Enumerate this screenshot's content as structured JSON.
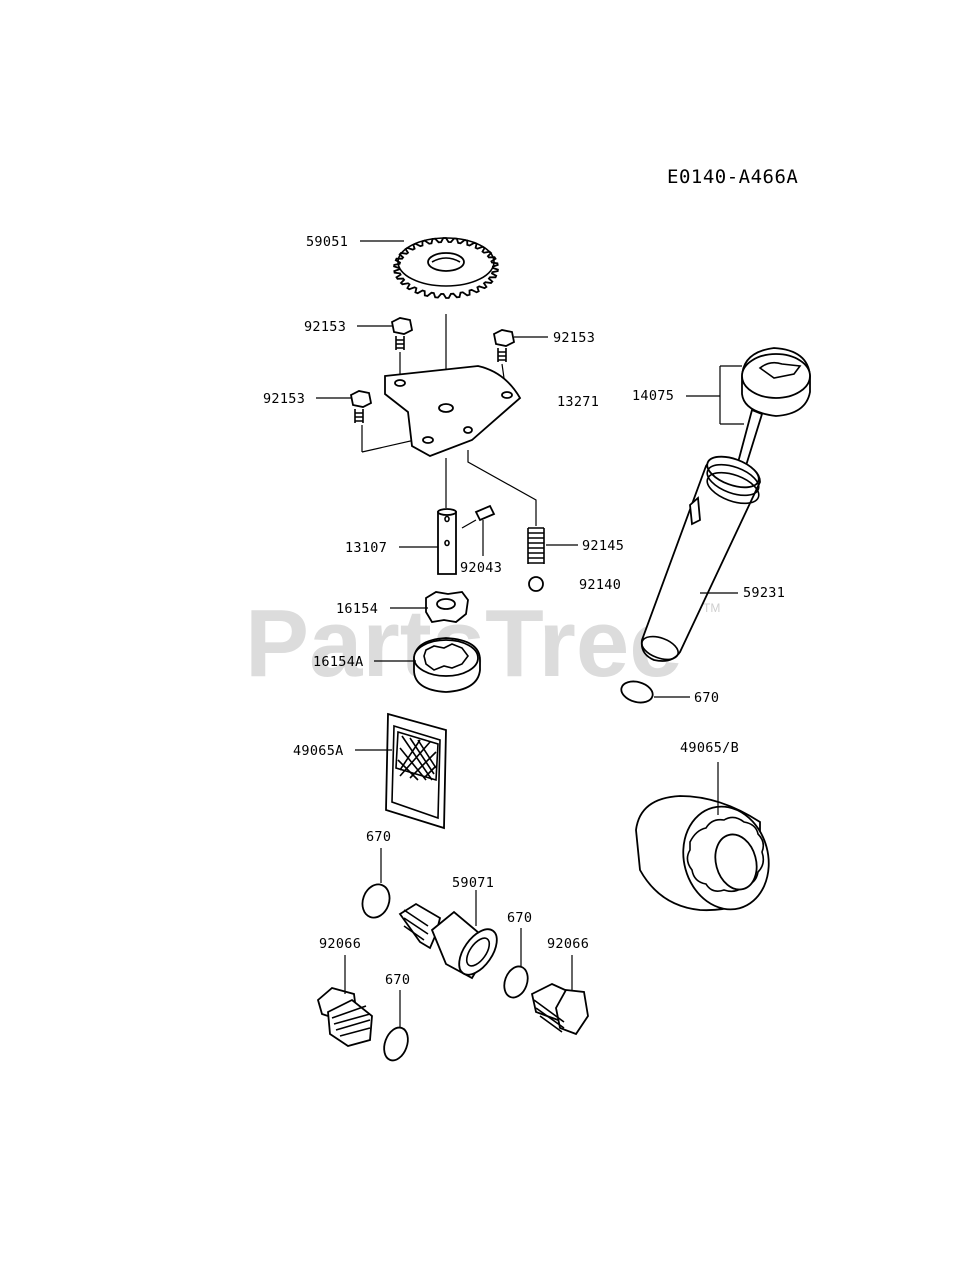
{
  "diagram_code": "E0140-A466A",
  "watermark": {
    "text": "PartsTree",
    "tm": "TM"
  },
  "labels": {
    "p59051": "59051",
    "p92153_a": "92153",
    "p92153_b": "92153",
    "p92153_c": "92153",
    "p13271": "13271",
    "p14075": "14075",
    "p13107": "13107",
    "p92043": "92043",
    "p92145": "92145",
    "p92140": "92140",
    "p59231": "59231",
    "p16154": "16154",
    "p16154A": "16154A",
    "p670_a": "670",
    "p49065A": "49065A",
    "p49065B": "49065/B",
    "p670_b": "670",
    "p59071": "59071",
    "p670_c": "670",
    "p92066_a": "92066",
    "p92066_b": "92066",
    "p670_d": "670"
  }
}
